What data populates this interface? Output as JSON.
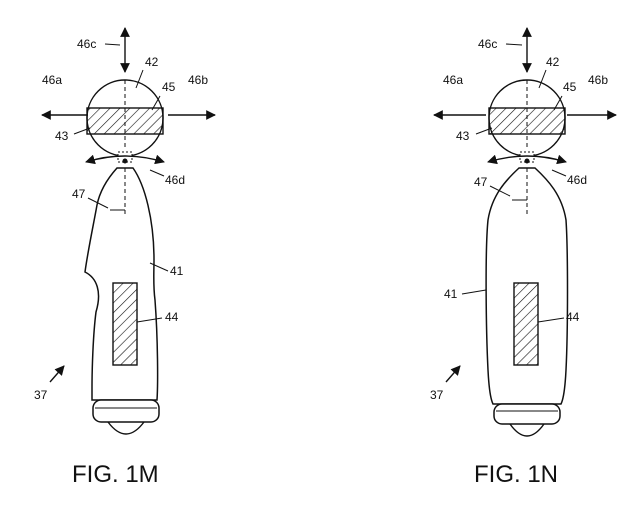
{
  "figures": [
    {
      "caption": "FIG. 1M",
      "labels": {
        "l46c": "46c",
        "l42": "42",
        "l46a": "46a",
        "l46b": "46b",
        "l45": "45",
        "l43": "43",
        "l46d": "46d",
        "l47": "47",
        "l41": "41",
        "l44": "44",
        "l37": "37"
      }
    },
    {
      "caption": "FIG. 1N",
      "labels": {
        "l46c": "46c",
        "l42": "42",
        "l46a": "46a",
        "l46b": "46b",
        "l45": "45",
        "l43": "43",
        "l46d": "46d",
        "l47": "47",
        "l41": "41",
        "l44": "44",
        "l37": "37"
      }
    }
  ]
}
